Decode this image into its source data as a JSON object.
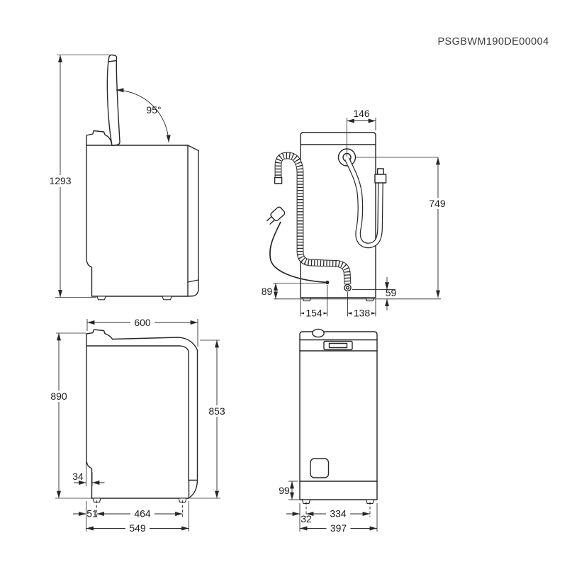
{
  "meta": {
    "code": "PSGBWM190DE00004"
  },
  "views": {
    "side_lid_open": {
      "height": "1293",
      "angle": "95°"
    },
    "rear": {
      "top_offset": "146",
      "hose_height": "749",
      "cord_height": "89",
      "hose_end_height": "59",
      "cord_offset": "154",
      "hose_offset": "138"
    },
    "side_lid_closed": {
      "depth": "600",
      "height_total": "890",
      "height_body": "853",
      "recess": "34",
      "front_foot_offset": "51",
      "feet_distance": "464",
      "base_depth": "549"
    },
    "front": {
      "plinth_height": "99",
      "foot_side_offset": "32",
      "feet_distance": "334",
      "width": "397"
    }
  }
}
